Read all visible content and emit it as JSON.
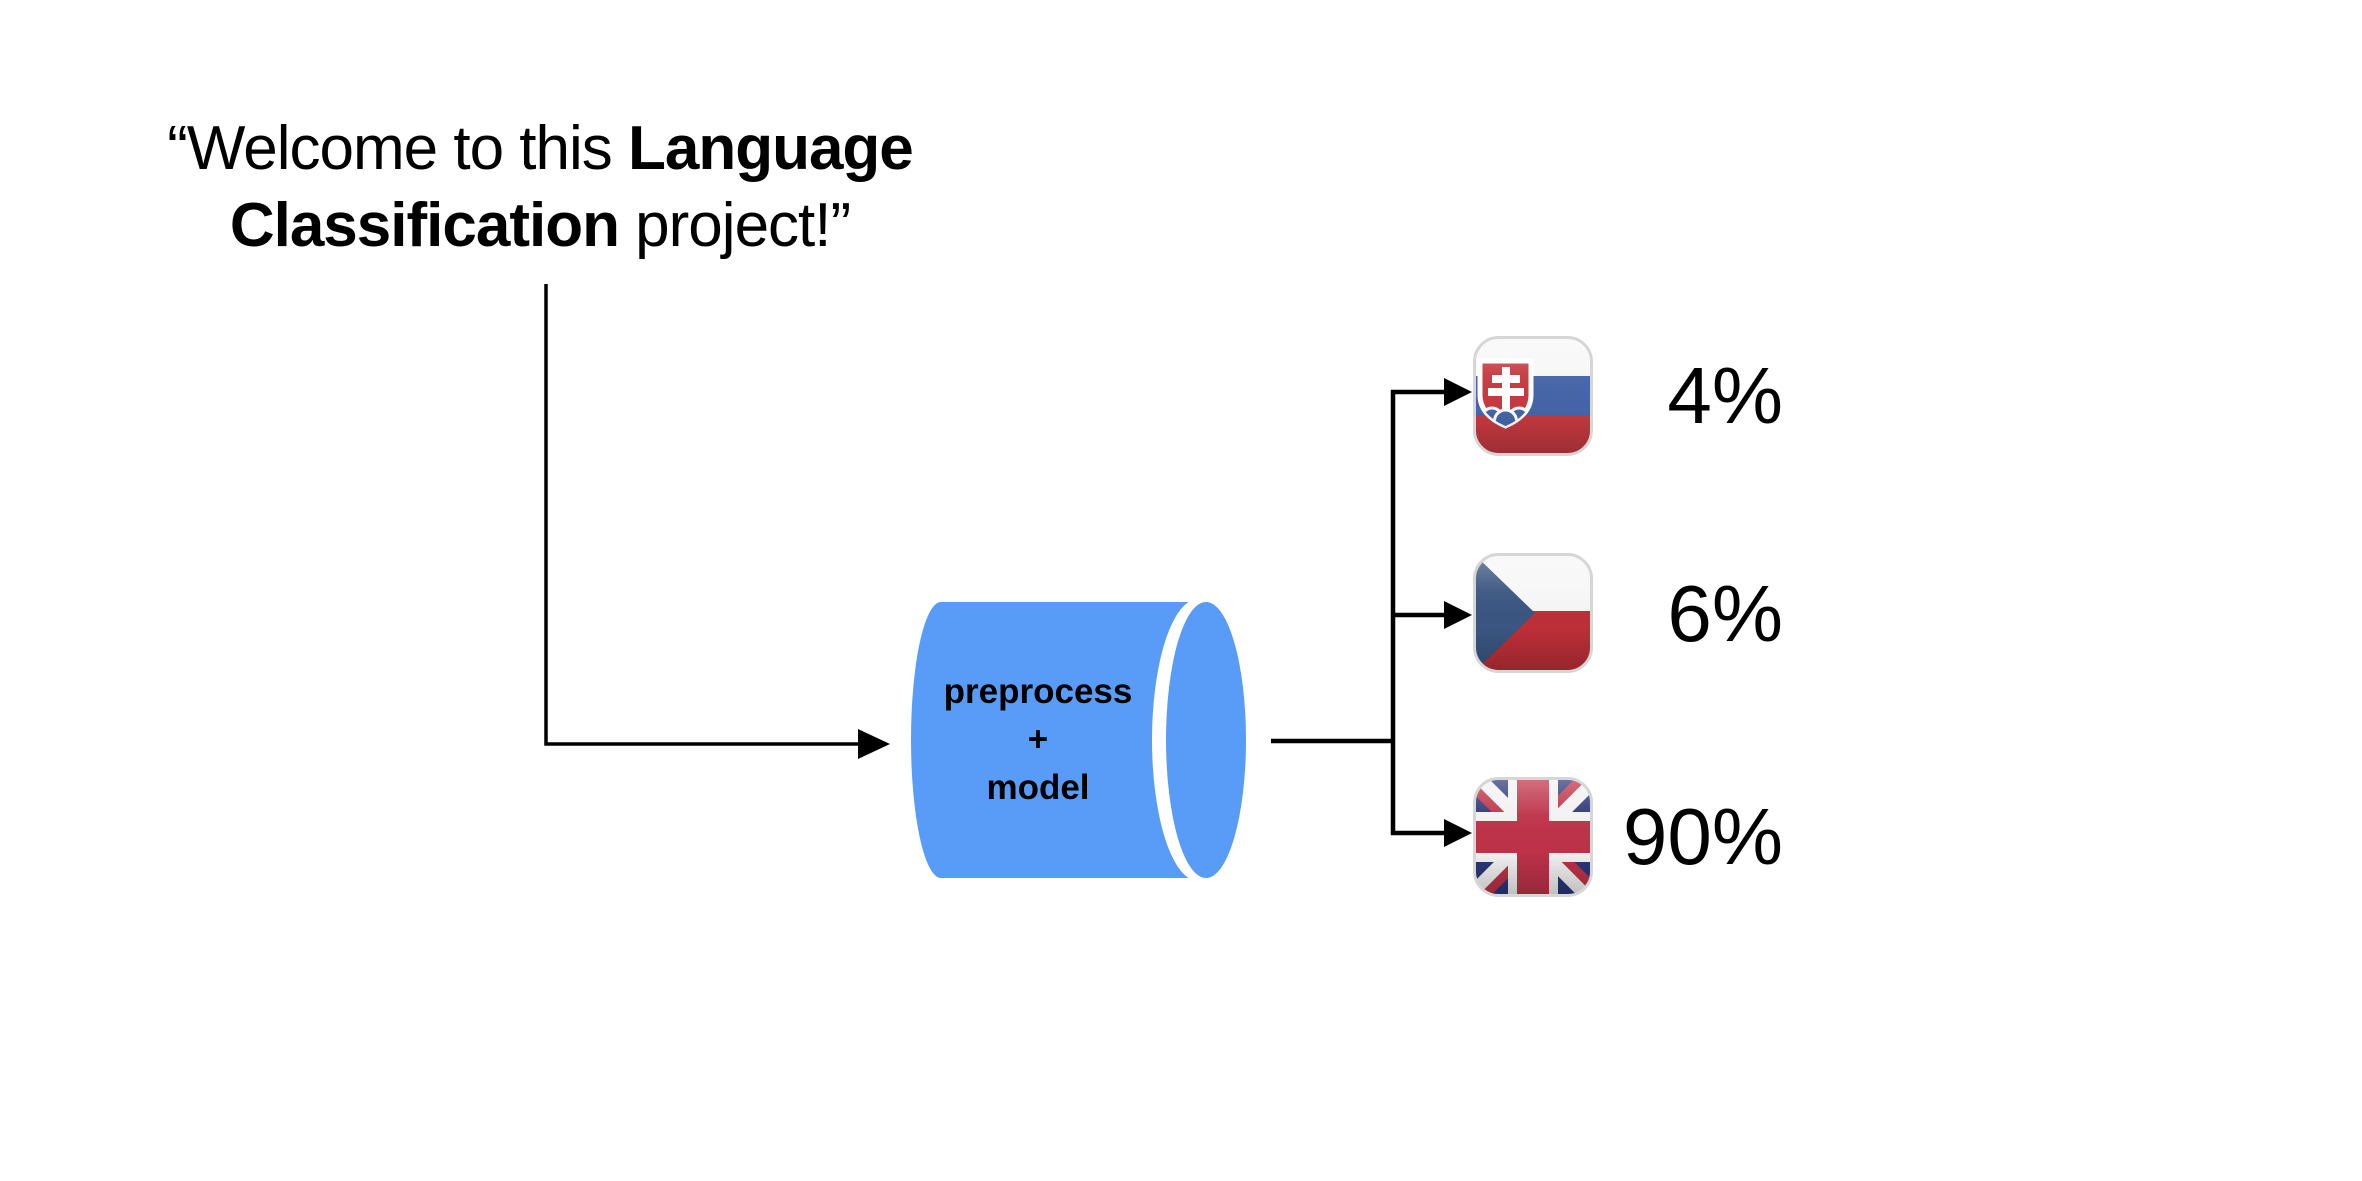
{
  "quote": {
    "line1_regular": "“Welcome to this ",
    "line1_bold": "Language",
    "line2_bold": "Classification",
    "line2_regular": " project!”"
  },
  "pipeline_node": {
    "line1": "preprocess",
    "line2": "+",
    "line3": "model",
    "fill_color": "#599CF7"
  },
  "predictions": [
    {
      "flag_icon": "slovakia-flag-icon",
      "percent": "4%"
    },
    {
      "flag_icon": "czech-republic-flag-icon",
      "percent": "6%"
    },
    {
      "flag_icon": "united-kingdom-flag-icon",
      "percent": "90%"
    }
  ],
  "colors": {
    "connector": "#000000",
    "cylinder_blue": "#599CF7",
    "slovakia_blue": "#4565A8",
    "slovakia_red": "#C53A40",
    "czech_blue": "#3A5681",
    "czech_red": "#BE2F38",
    "uk_navy": "#2B3778",
    "uk_red": "#BE3248"
  }
}
